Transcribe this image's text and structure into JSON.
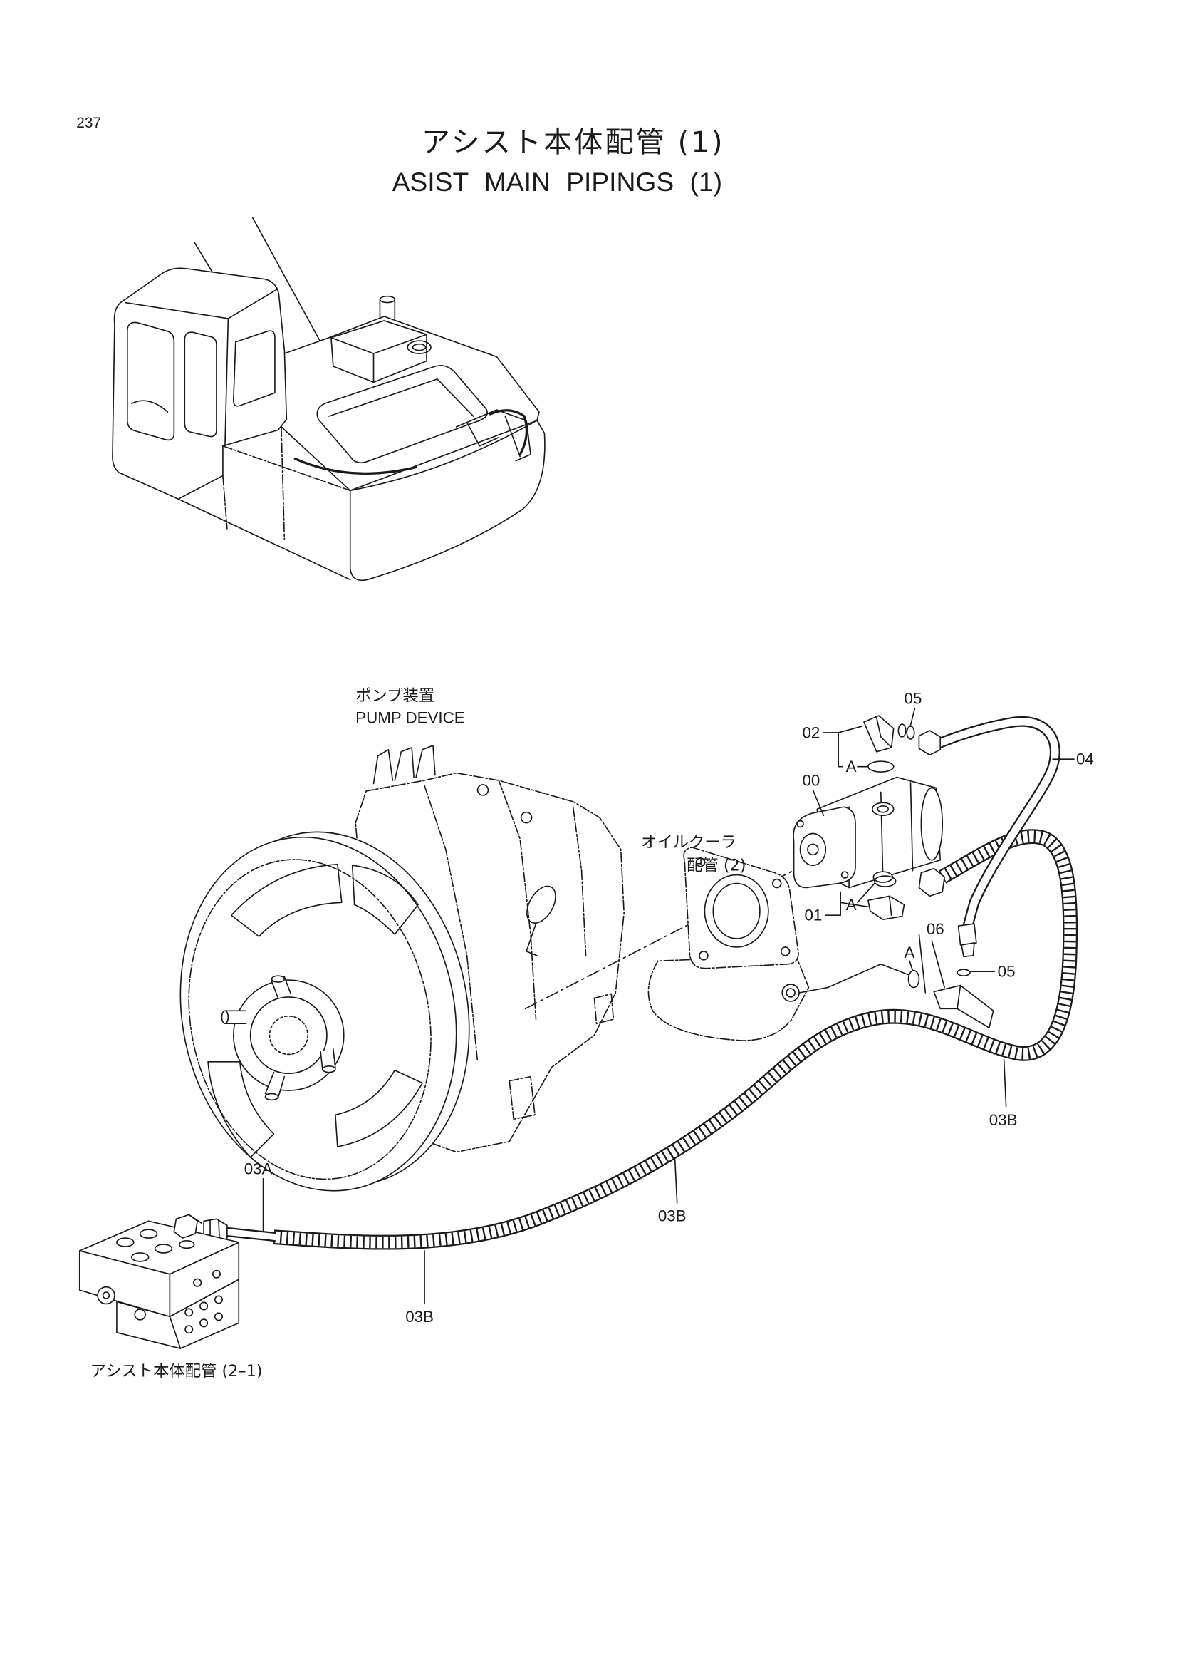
{
  "page": {
    "number": "237"
  },
  "title": {
    "japanese": "アシスト本体配管 (1)",
    "english": "ASIST MAIN PIPINGS (1)"
  },
  "references": {
    "pump_device": {
      "japanese": "ポンプ装置",
      "english": "PUMP DEVICE"
    },
    "oil_cooler_piping": {
      "line1": "オイルクーラ",
      "line2": "配管 (2)"
    },
    "assist_piping_2_1": "アシスト本体配管 (2–1)"
  },
  "callouts": [
    "05",
    "02",
    "04",
    "A",
    "00",
    "A",
    "01",
    "06",
    "A",
    "05",
    "03B",
    "03A",
    "03B",
    "03B"
  ],
  "colors": {
    "ink": "#1a1a1a",
    "paper": "#ffffff"
  }
}
